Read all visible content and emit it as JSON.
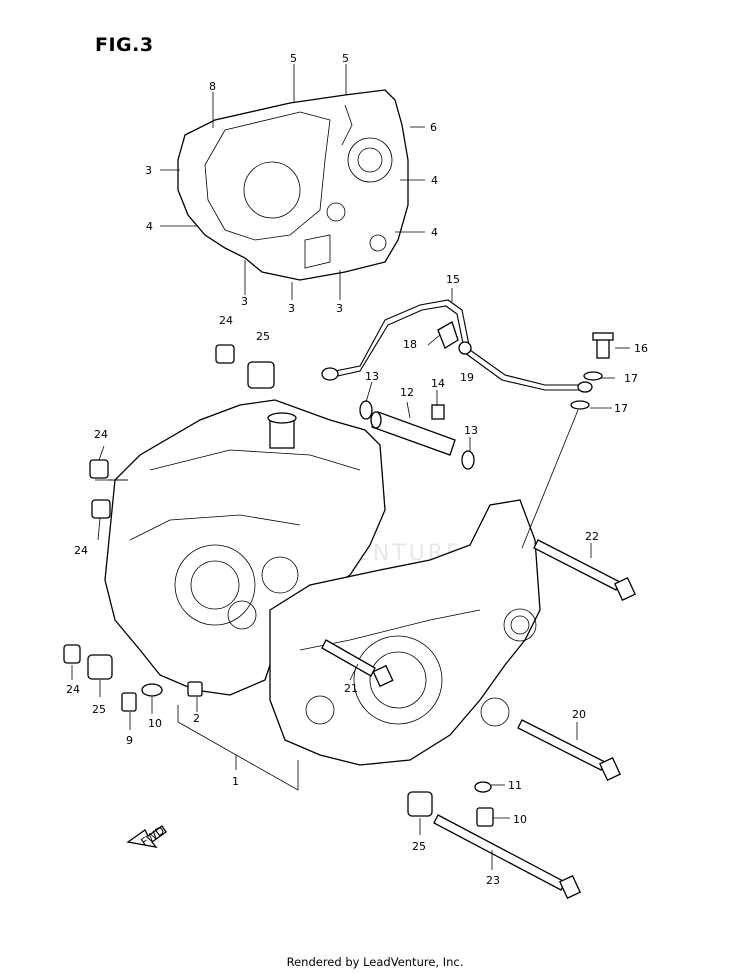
{
  "figure": {
    "title": "FIG.3"
  },
  "footer": {
    "text": "Rendered by LeadVenture, Inc."
  },
  "watermark": {
    "text": "LEADVENTURE"
  },
  "direction_arrow": {
    "label": "FWD"
  },
  "callouts": [
    "1",
    "2",
    "3",
    "4",
    "5",
    "6",
    "8",
    "9",
    "10",
    "11",
    "12",
    "13",
    "14",
    "15",
    "16",
    "17",
    "18",
    "19",
    "20",
    "21",
    "22",
    "23",
    "24",
    "25"
  ]
}
